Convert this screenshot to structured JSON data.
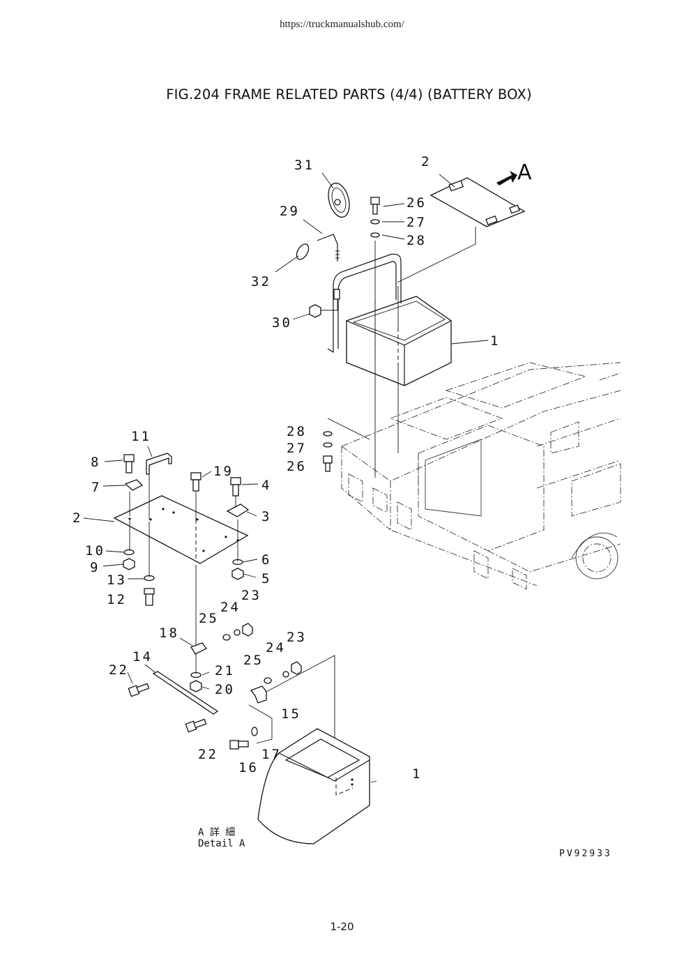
{
  "header": {
    "url": "https://truckmanualshub.com/"
  },
  "figure": {
    "title": "FIG.204 FRAME RELATED PARTS (4/4) (BATTERY BOX)"
  },
  "callouts": {
    "c31": "31",
    "c2_top": "2",
    "view_arrow": "A",
    "c26_top": "26",
    "c27_top": "27",
    "c28_top": "28",
    "c29": "29",
    "c32": "32",
    "c30": "30",
    "c1_top": "1",
    "c28_mid": "28",
    "c27_mid": "27",
    "c26_mid": "26",
    "c11": "11",
    "c8": "8",
    "c19": "19",
    "c4": "4",
    "c7": "7",
    "c2_left": "2",
    "c3": "3",
    "c10": "10",
    "c6": "6",
    "c9": "9",
    "c5": "5",
    "c13": "13",
    "c12": "12",
    "c23_a": "23",
    "c24_a": "24",
    "c25_a": "25",
    "c18": "18",
    "c14": "14",
    "c24_b": "24",
    "c23_b": "23",
    "c22_a": "22",
    "c25_b": "25",
    "c21": "21",
    "c20": "20",
    "c15": "15",
    "c22_b": "22",
    "c17": "17",
    "c16": "16",
    "c1_bottom": "1"
  },
  "detail": {
    "label_jp": "A 詳 細",
    "label_en": "Detail A"
  },
  "drawing_code": "PV92933",
  "page_number": "1-20"
}
